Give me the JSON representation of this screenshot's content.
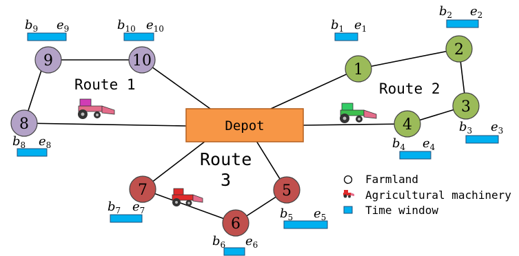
{
  "depot": {
    "label": "Depot",
    "color": "#f79646"
  },
  "routes": [
    {
      "id": "route-1",
      "label": "Route 1",
      "color": "#b3a2c7",
      "nodes": [
        "8",
        "9",
        "10"
      ]
    },
    {
      "id": "route-2",
      "label": "Route 2",
      "color": "#9bbb59",
      "nodes": [
        "1",
        "2",
        "3",
        "4"
      ]
    },
    {
      "id": "route-3",
      "line1": "Route",
      "line2": "3",
      "color": "#c0504d",
      "nodes": [
        "5",
        "6",
        "7"
      ]
    }
  ],
  "farmlands": {
    "1": "1",
    "2": "2",
    "3": "3",
    "4": "4",
    "5": "5",
    "6": "6",
    "7": "7",
    "8": "8",
    "9": "9",
    "10": "10"
  },
  "time_windows": {
    "1": {
      "b": "b",
      "b_sub": "1",
      "e": "e",
      "e_sub": "1"
    },
    "2": {
      "b": "b",
      "b_sub": "2",
      "e": "e",
      "e_sub": "2"
    },
    "3": {
      "b": "b",
      "b_sub": "3",
      "e": "e",
      "e_sub": "3"
    },
    "4": {
      "b": "b",
      "b_sub": "4",
      "e": "e",
      "e_sub": "4"
    },
    "5": {
      "b": "b",
      "b_sub": "5",
      "e": "e",
      "e_sub": "5"
    },
    "6": {
      "b": "b",
      "b_sub": "6",
      "e": "e",
      "e_sub": "6"
    },
    "7": {
      "b": "b",
      "b_sub": "7",
      "e": "e",
      "e_sub": "7"
    },
    "8": {
      "b": "b",
      "b_sub": "8",
      "e": "e",
      "e_sub": "8"
    },
    "9": {
      "b": "b",
      "b_sub": "9",
      "e": "e",
      "e_sub": "9"
    },
    "10": {
      "b": "b",
      "b_sub": "10",
      "e": "e",
      "e_sub": "10"
    }
  },
  "time_window_color": "#00b0f0",
  "legend": {
    "farmland": "Farmland",
    "machinery": "Agricultural machinery",
    "time_window": "Time window"
  },
  "icons": {
    "farmland": "circle-outline-icon",
    "machinery": "tractor-icon",
    "time_window": "blue-rectangle-icon"
  },
  "tractor_colors": {
    "route-1": "#e46c8a",
    "route-2": "#33cc66",
    "route-3": "#e46c8a"
  }
}
